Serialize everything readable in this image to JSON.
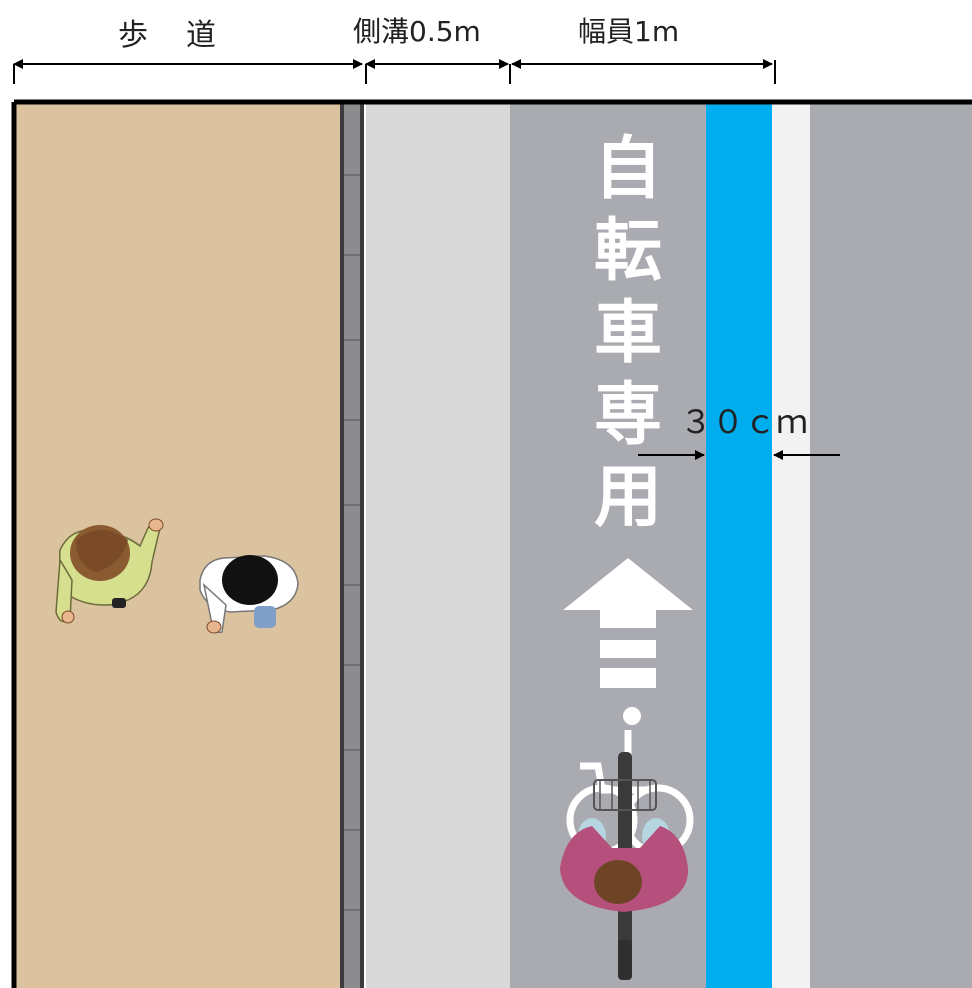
{
  "dimensions": {
    "sidewalk_label": "歩　道",
    "gutter_label": "側溝0.5m",
    "lane_label": "幅員1m",
    "line_width_label": "３０ｃｍ"
  },
  "road_marking": {
    "chars": [
      "自",
      "転",
      "車",
      "専",
      "用"
    ]
  },
  "colors": {
    "sidewalk": "#dcc3a0",
    "curb": "#6e6e70",
    "gutter": "#d9d9da",
    "road": "#a9abb0",
    "blue_line": "#00aeef",
    "white_line": "#f2f2f2",
    "marking": "#ffffff"
  },
  "icons": [
    "pedestrian-icon",
    "cyclist-icon",
    "bicycle-pictogram-icon",
    "arrow-up-icon",
    "dimension-arrow-icon"
  ]
}
